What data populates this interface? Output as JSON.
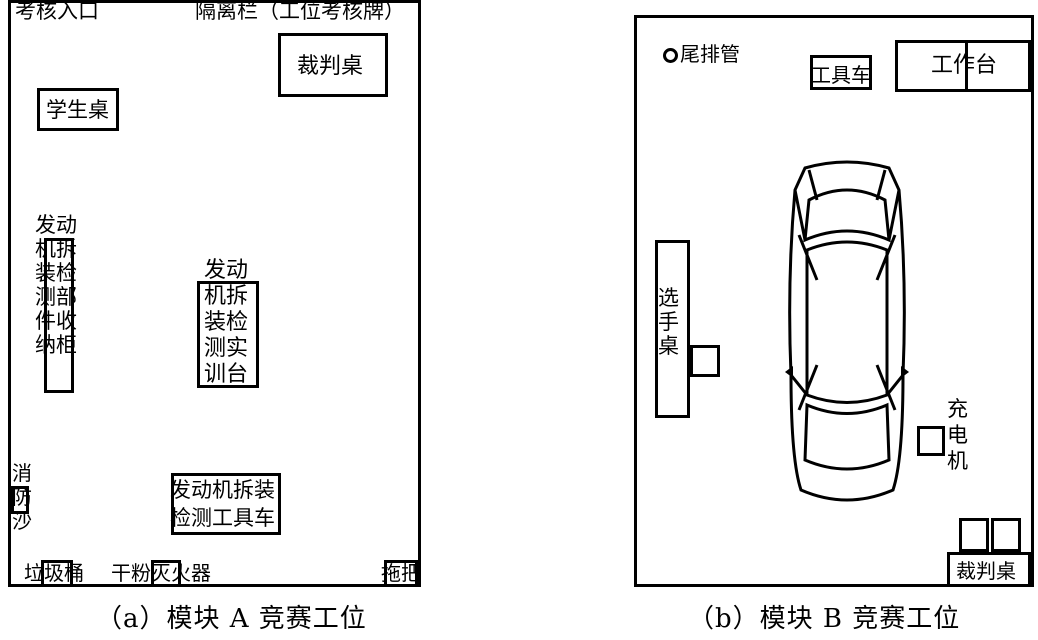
{
  "panel_a": {
    "entrance": "考核入口",
    "barrier": "隔离栏（工位考核牌）",
    "judge_desk": "裁判桌",
    "student_desk": "学生桌",
    "parts_rack": [
      "发动",
      "机拆",
      "装检",
      "测部",
      "件收",
      "纳柜"
    ],
    "training_bench": [
      "发动",
      "机拆",
      "装检",
      "测实",
      "训台"
    ],
    "sand": [
      "消",
      "防",
      "沙"
    ],
    "tool_cart_line1": "发动机拆装",
    "tool_cart_line2": "检测工具车",
    "trash": "垃圾桶",
    "extinguisher": "干粉灭火器",
    "mop": "拖把",
    "caption": "（a）模块 A 竞赛工位"
  },
  "panel_b": {
    "exhaust": "尾排管",
    "tool_cart": "工具车",
    "workbench": "工作台",
    "player_desk": [
      "选",
      "手",
      "桌"
    ],
    "charger": [
      "充",
      "电",
      "机"
    ],
    "judge_desk": "裁判桌",
    "caption": "（b）模块 B 竞赛工位"
  }
}
